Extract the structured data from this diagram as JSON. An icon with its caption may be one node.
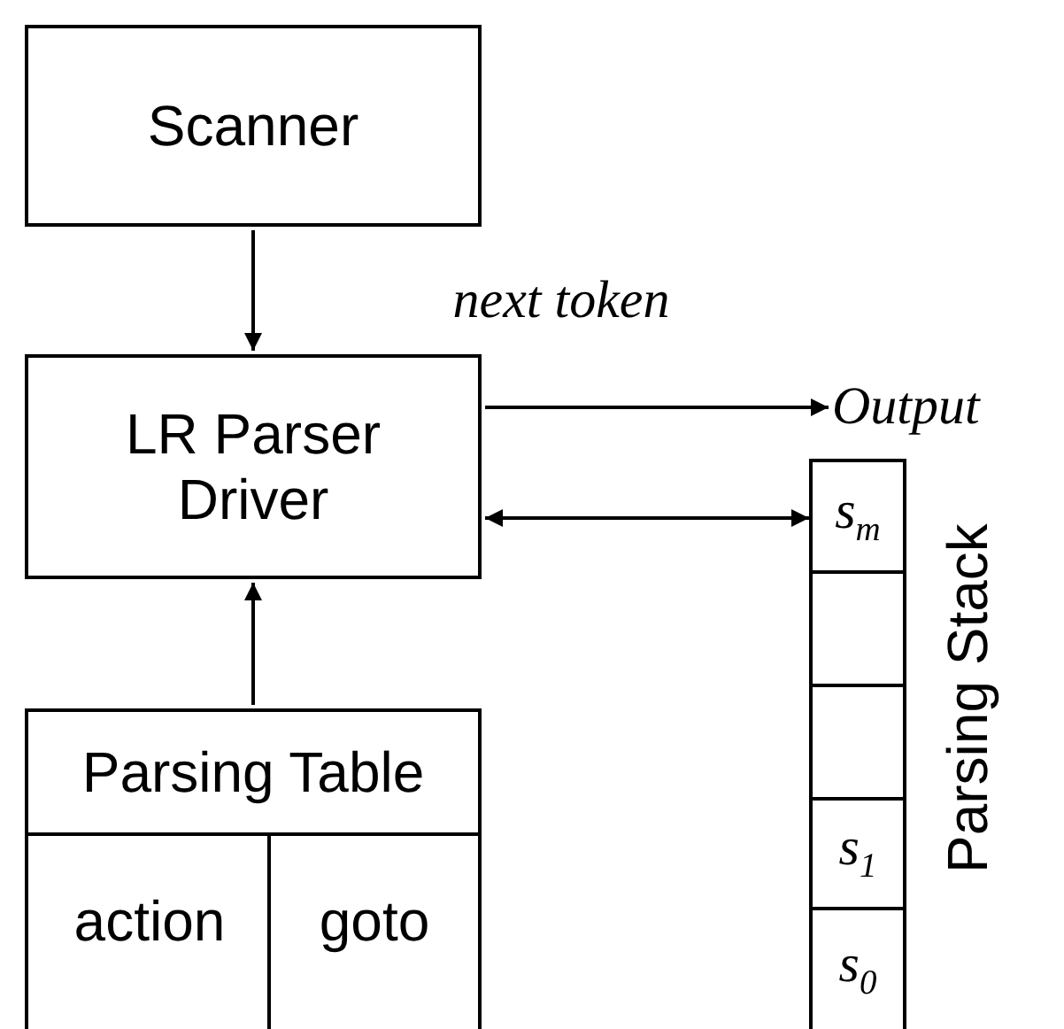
{
  "diagram": {
    "nodes": [
      {
        "text": [
          "Scanner"
        ]
      },
      {
        "text": [
          "LR Parser Driver"
        ]
      },
      {
        "text": [
          "Output"
        ]
      },
      {
        "text": [
          "Parsing Stack"
        ]
      },
      {
        "text": [
          "s$_{m}$"
        ],
        "in": 3
      },
      {
        "text": [],
        "shape": "box",
        "in": 3
      },
      {
        "text": [],
        "shape": "box",
        "in": 3
      },
      {
        "text": [
          "s$_{1}$"
        ],
        "in": 3
      },
      {
        "text": [
          "s$_{0}$"
        ],
        "in": 3
      },
      {
        "text": [
          "Parsing Table"
        ]
      },
      {
        "text": [
          "action"
        ],
        "in": 9
      },
      {
        "text": [
          "goto"
        ],
        "in": 9
      }
    ],
    "edges": [
      {
        "from": 0,
        "to": 1,
        "arrow": "to",
        "label": "next token"
      },
      {
        "from": 1,
        "to": 2,
        "arrow": "to"
      },
      {
        "from": 1,
        "to": 4,
        "arrow": "both"
      },
      {
        "from": 9,
        "to": 1,
        "arrow": "to"
      }
    ]
  }
}
